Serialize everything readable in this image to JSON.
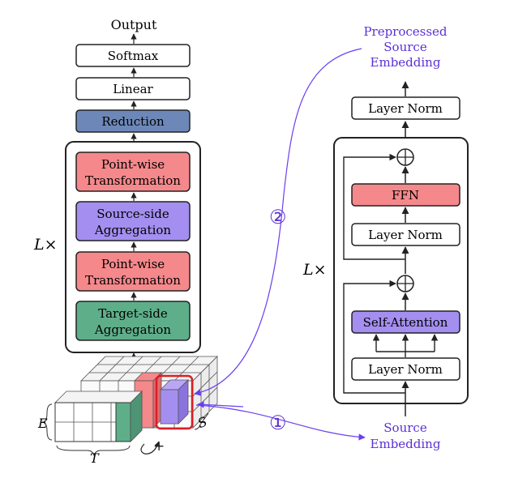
{
  "left_stack": {
    "output": "Output",
    "softmax": "Softmax",
    "linear": "Linear",
    "reduction": "Reduction",
    "pw_top_1": "Point-wise",
    "pw_top_2": "Transformation",
    "src_agg_1": "Source-side",
    "src_agg_2": "Aggregation",
    "pw_bot_1": "Point-wise",
    "pw_bot_2": "Transformation",
    "tgt_agg_1": "Target-side",
    "tgt_agg_2": "Aggregation",
    "repeat": "L×"
  },
  "tensor": {
    "e_label": "E",
    "t_label": "T",
    "s_label": "S",
    "plus": "+"
  },
  "right_stack": {
    "pre_1": "Preprocessed",
    "pre_2": "Source",
    "pre_3": "Embedding",
    "layer_norm_top": "Layer Norm",
    "ffn": "FFN",
    "layer_norm_mid": "Layer Norm",
    "self_attention": "Self-Attention",
    "layer_norm_bot": "Layer Norm",
    "source_1": "Source",
    "source_2": "Embedding",
    "repeat": "L×"
  },
  "markers": {
    "one": "①",
    "two": "②"
  },
  "colors": {
    "red_fill": "#f5888b",
    "blue_fill": "#a48ff0",
    "green_fill": "#5fae8a",
    "reduction_fill": "#6d88b8",
    "purple_line": "#6a3ff0",
    "purple_text": "#5b2fd6"
  }
}
